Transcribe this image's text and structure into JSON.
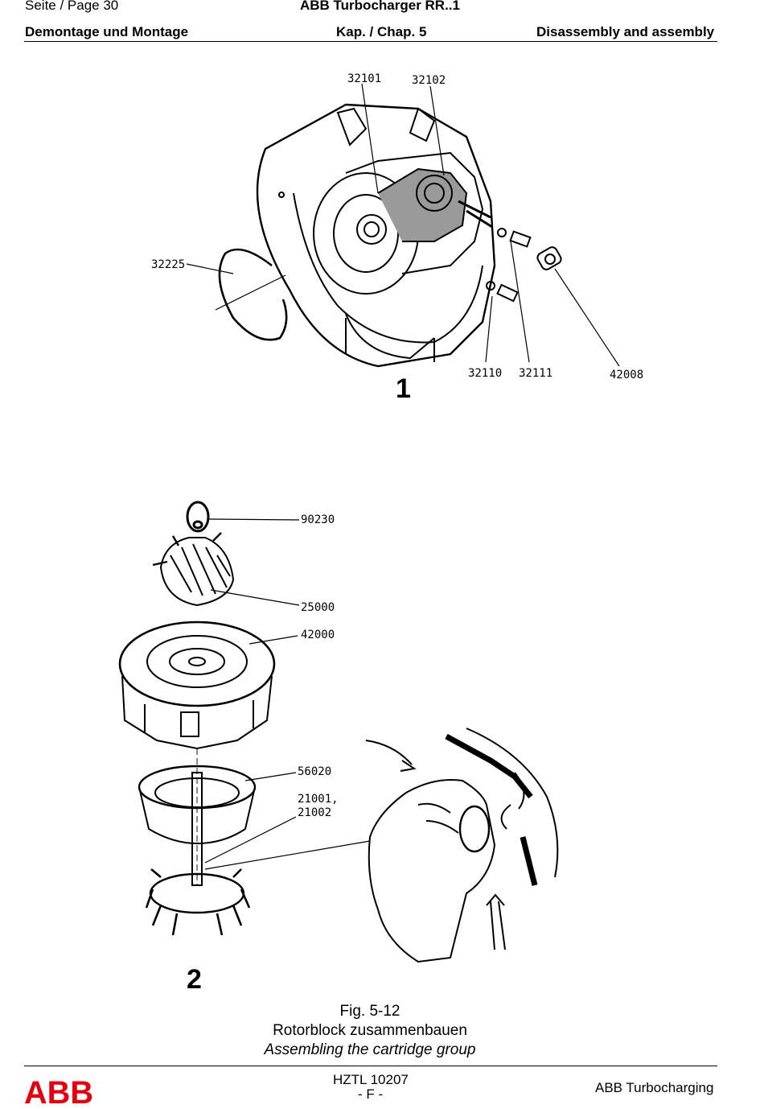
{
  "header": {
    "page": "Seite / Page  30",
    "title": "ABB Turbocharger RR..1",
    "section_de": "Demontage und Montage",
    "chapter": "Kap. / Chap. 5",
    "section_en": "Disassembly and assembly"
  },
  "figure1": {
    "number": "1",
    "parts": [
      "32101",
      "32102",
      "32225",
      "32110",
      "32111",
      "42008"
    ]
  },
  "figure2": {
    "number": "2",
    "parts": [
      "90230",
      "25000",
      "42000",
      "56020",
      "21001,",
      "21002"
    ]
  },
  "caption": {
    "fig": "Fig. 5-12",
    "de": "Rotorblock zusammenbauen",
    "en": "Assembling the cartridge group"
  },
  "footer": {
    "doc": "HZTL 10207",
    "rev": "- F -",
    "company": "ABB Turbocharging",
    "logo": "ABB",
    "logo_color": "#e3000f"
  }
}
